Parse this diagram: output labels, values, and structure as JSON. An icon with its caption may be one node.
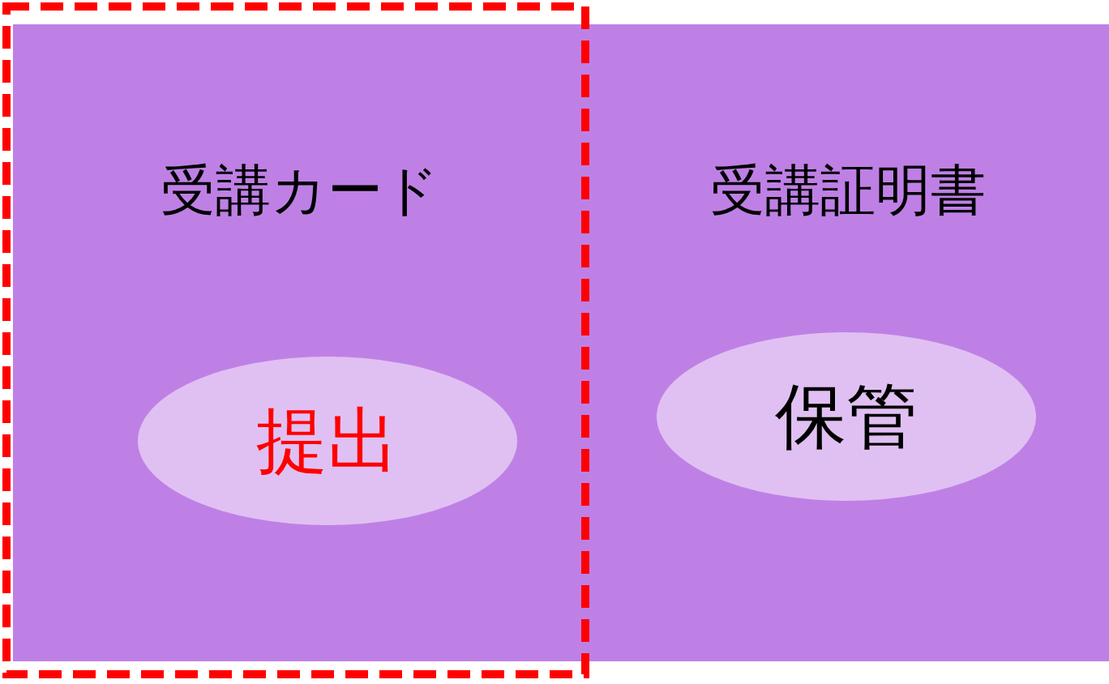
{
  "diagram": {
    "nodes": [
      {
        "text": [
          "受講カード"
        ]
      },
      {
        "text": [
          "提出"
        ],
        "in": 0
      },
      {
        "text": [
          "受講証明書"
        ]
      },
      {
        "text": [
          "保管"
        ],
        "in": 2
      }
    ]
  }
}
